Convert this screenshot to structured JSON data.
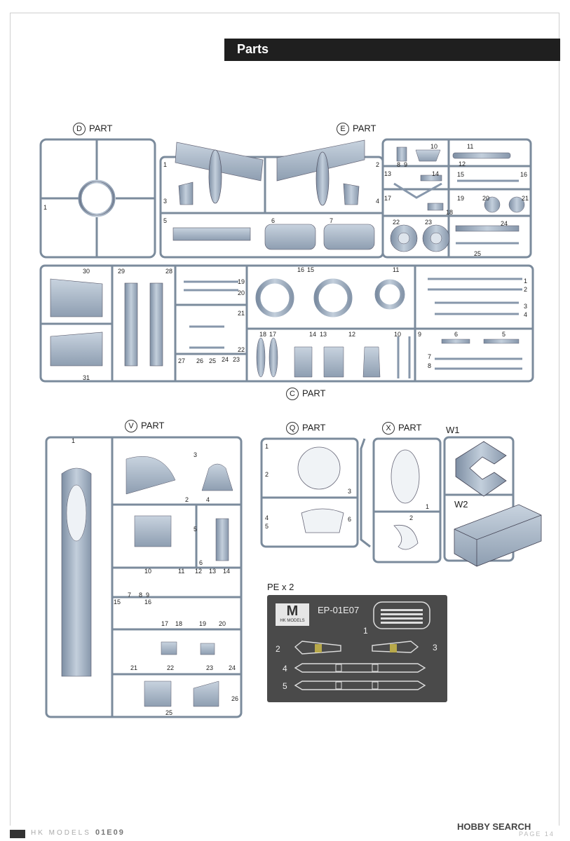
{
  "header": {
    "title": "Parts"
  },
  "sprues": {
    "D": {
      "letter": "D",
      "label": "PART",
      "parts": [
        "1"
      ]
    },
    "E": {
      "letter": "E",
      "label": "PART",
      "parts": [
        "1",
        "2",
        "3",
        "4",
        "5",
        "6",
        "7",
        "8",
        "9",
        "10",
        "11",
        "12",
        "13",
        "14",
        "15",
        "16",
        "17",
        "18",
        "19",
        "20",
        "21",
        "22",
        "23",
        "24",
        "25"
      ]
    },
    "C": {
      "letter": "C",
      "label": "PART",
      "parts": [
        "30",
        "29",
        "28",
        "19",
        "20",
        "21",
        "22",
        "27",
        "26",
        "25",
        "24",
        "23",
        "31",
        "16",
        "15",
        "11",
        "18",
        "17",
        "14",
        "13",
        "12",
        "10",
        "9",
        "1",
        "2",
        "3",
        "4",
        "6",
        "5",
        "7",
        "8"
      ]
    },
    "V": {
      "letter": "V",
      "label": "PART",
      "parts": [
        "1",
        "2",
        "3",
        "4",
        "5",
        "6",
        "10",
        "11",
        "12",
        "13",
        "14",
        "7",
        "8",
        "9",
        "15",
        "16",
        "17",
        "18",
        "19",
        "20",
        "21",
        "22",
        "23",
        "24",
        "25",
        "26"
      ]
    },
    "Q": {
      "letter": "Q",
      "label": "PART",
      "parts": [
        "1",
        "2",
        "3",
        "4",
        "5",
        "6"
      ]
    },
    "X": {
      "letter": "X",
      "label": "PART",
      "parts": [
        "1",
        "2"
      ]
    }
  },
  "w1": {
    "label": "W1"
  },
  "w2": {
    "label": "W2"
  },
  "pe": {
    "title": "PE x 2",
    "code": "EP-01E07",
    "logo_text": "HK MODELS",
    "parts": [
      "1",
      "2",
      "3",
      "4",
      "5"
    ]
  },
  "footer": {
    "brand": "HK MODELS",
    "code": "01E09",
    "watermark": "HOBBY SEARCH",
    "page": "PAGE 14"
  },
  "colors": {
    "part_fill": "#a9b8c9",
    "sprue": "#b3c1d1",
    "sprue_edge": "#667788",
    "header_bg": "#1f1f1f"
  }
}
